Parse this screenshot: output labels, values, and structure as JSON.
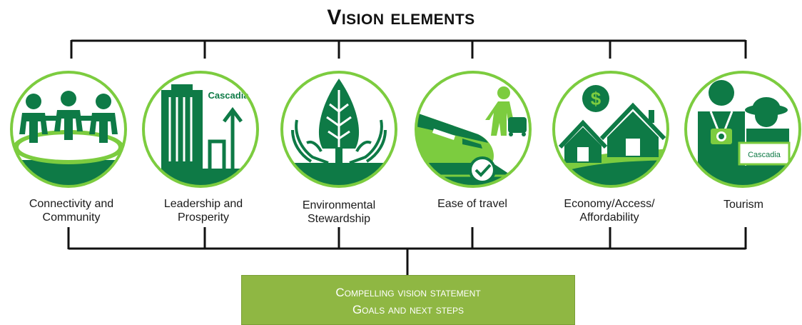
{
  "title": "Vision elements",
  "colors": {
    "dark_green": "#0e7a46",
    "light_green": "#7ccc3f",
    "box_green": "#8fb743",
    "line": "#111111"
  },
  "elements": [
    {
      "icon": "people-community-icon",
      "line1": "Connectivity and",
      "line2": "Community"
    },
    {
      "icon": "cascadia-skyline-icon",
      "line1": "Leadership and",
      "line2": "Prosperity",
      "sign": "Cascadia"
    },
    {
      "icon": "tree-hands-icon",
      "line1": "Environmental",
      "line2": "Stewardship"
    },
    {
      "icon": "train-traveler-icon",
      "line1": "Ease of travel",
      "line2": ""
    },
    {
      "icon": "houses-dollar-icon",
      "line1": "Economy/Access/",
      "line2": "Affordability"
    },
    {
      "icon": "tourists-map-icon",
      "line1": "Tourism",
      "line2": "",
      "sign": "Cascadia"
    }
  ],
  "outcome": {
    "line1": "Compelling vision statement",
    "line2": "Goals and next steps"
  }
}
